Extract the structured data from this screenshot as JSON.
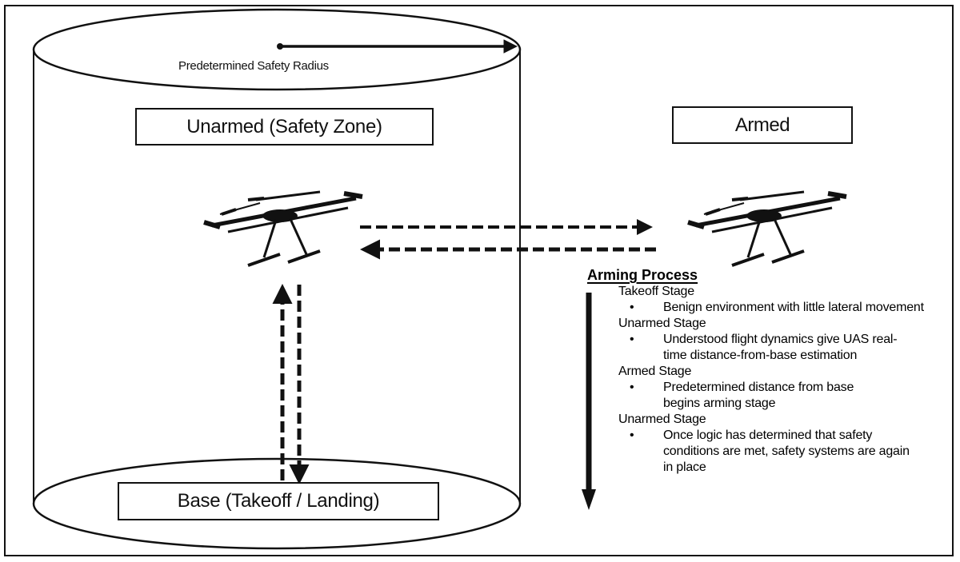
{
  "diagram": {
    "title": "UAS Arming Process — Safety Zone Diagram",
    "safety_zone": {
      "radius_label": "Predetermined Safety Radius",
      "zone_label": "Unarmed (Safety Zone)",
      "base_label": "Base (Takeoff / Landing)"
    },
    "armed_label": "Armed",
    "icons": {
      "uas_unarmed": "drone-icon",
      "uas_armed": "drone-icon",
      "radius_arrow": "arrow-right-icon",
      "transition_out": "dashed-arrow-right-icon",
      "transition_in": "dashed-arrow-left-icon",
      "ascend": "dashed-arrow-up-icon",
      "descend": "dashed-arrow-down-icon",
      "process_flow": "arrow-down-icon"
    },
    "arming_process": {
      "title": "Arming Process",
      "bullet_glyph": "•",
      "stages": [
        {
          "name": "Takeoff Stage",
          "detail": "Benign environment with little lateral movement"
        },
        {
          "name": "Unarmed Stage",
          "detail": "Understood flight dynamics give UAS real-time distance-from-base estimation"
        },
        {
          "name": "Armed Stage",
          "detail": "Predetermined distance from base begins arming stage"
        },
        {
          "name": "Unarmed Stage",
          "detail": "Once logic has determined that safety conditions are met, safety systems are again in place"
        }
      ]
    },
    "colors": {
      "ink": "#111111",
      "background": "#ffffff"
    }
  }
}
